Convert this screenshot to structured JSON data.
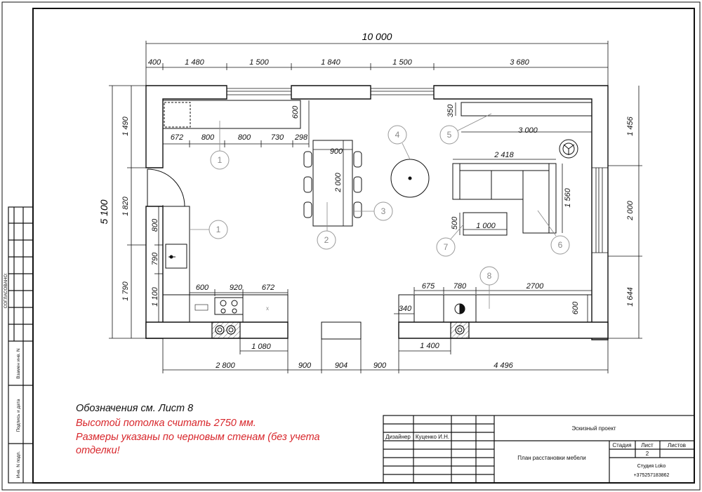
{
  "plan": {
    "overall_width": "10 000",
    "overall_height": "5 100",
    "top_dims": [
      "400",
      "1 480",
      "1 500",
      "1 840",
      "1 500",
      "3 680"
    ],
    "bottom_dims": [
      "2 800",
      "900",
      "904",
      "900",
      "4 496"
    ],
    "left_dims": [
      "1 490",
      "1 820",
      "1 790"
    ],
    "right_dims": [
      "1 456",
      "2 000",
      "1 644"
    ],
    "kitchen_top_dims": [
      "672",
      "800",
      "800",
      "730",
      "298"
    ],
    "kitchen_depth": "600",
    "kitchen_left_dims": [
      "800",
      "790",
      "1 100"
    ],
    "kitchen_bottom_dims": [
      "600",
      "920",
      "672"
    ],
    "kitchen_bottom_span": "1 080",
    "table_width": "900",
    "table_length": "2 000",
    "shelf_depth": "350",
    "shelf_length": "3 000",
    "sofa_length": "2 418",
    "sofa_depth": "1 560",
    "coffee_table_length": "1 000",
    "coffee_table_depth": "500",
    "right_unit_dims": [
      "675",
      "780",
      "2700"
    ],
    "right_unit_depth": "600",
    "right_unit_offset": "340",
    "right_unit_span": "1 400",
    "hob_mark": "x",
    "tags": [
      "1",
      "1",
      "2",
      "3",
      "4",
      "5",
      "6",
      "7",
      "8"
    ]
  },
  "notes": {
    "legend": "Обозначения см. Лист 8",
    "ceiling": "Высотой потолка считать 2750 мм.",
    "dims_line1": "Размеры указаны по черновым стенам (без учета",
    "dims_line2": "отделки!"
  },
  "title_block": {
    "role": "Дизайнер",
    "name": "Куценко И.Н.",
    "project": "Эскизный проект",
    "sheet_title": "План расстановки мебели",
    "col_stage": "Стадия",
    "col_sheet": "Лист",
    "col_sheets": "Листов",
    "sheet_number": "2",
    "studio": "Студия Loko",
    "phone": "+375257183862"
  },
  "side_stamp": {
    "agreed": "СОГЛАСОВАНО:",
    "replace": "Взамен инв. N",
    "signature": "Подпись и дата",
    "inventory": "Инв. N подл."
  }
}
